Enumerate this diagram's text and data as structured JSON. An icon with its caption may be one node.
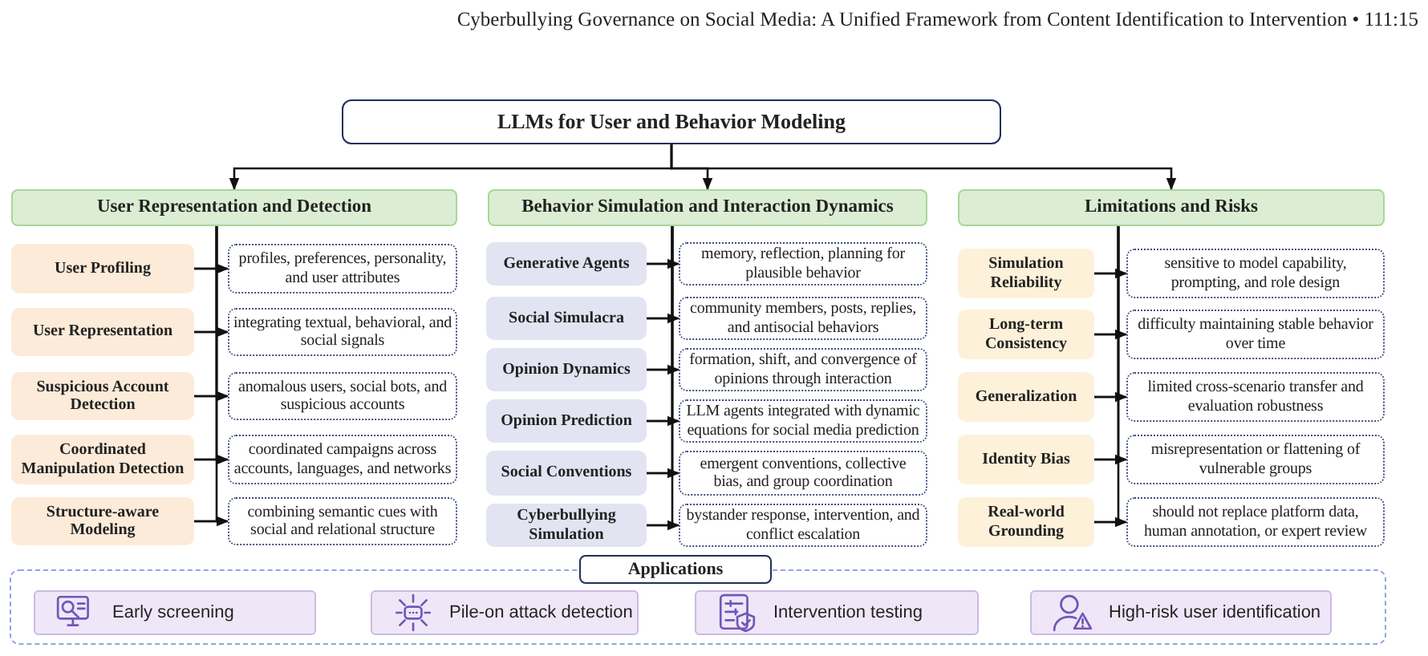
{
  "diagram": {
    "nodes": [
      {
        "text": [
          "LLMs for User and Behavior Modeling"
        ]
      },
      {
        "text": [
          "User Representation and Detection"
        ]
      },
      {
        "text": [
          "User Profiling"
        ]
      },
      {
        "text": [
          "profiles, preferences, personality, and user attributes"
        ]
      },
      {
        "text": [
          "User Representation"
        ]
      },
      {
        "text": [
          "integrating textual, behavioral, and social signals"
        ]
      },
      {
        "text": [
          "Suspicious Account Detection"
        ]
      },
      {
        "text": [
          "anomalous users, social bots, and suspicious accounts"
        ]
      },
      {
        "text": [
          "Coordinated Manipulation Detection"
        ]
      },
      {
        "text": [
          "coordinated campaigns across accounts, languages, and networks"
        ]
      },
      {
        "text": [
          "Structure-aware Modeling"
        ]
      },
      {
        "text": [
          "combining semantic cues with social and relational structure"
        ]
      },
      {
        "text": [
          "Behavior Simulation and Interaction Dynamics"
        ]
      },
      {
        "text": [
          "Generative Agents"
        ]
      },
      {
        "text": [
          "memory, reflection, planning for plausible behavior"
        ]
      },
      {
        "text": [
          "Social Simulacra"
        ]
      },
      {
        "text": [
          "community members, posts, replies, and antisocial behaviors"
        ]
      },
      {
        "text": [
          "Opinion Dynamics"
        ]
      },
      {
        "text": [
          "formation, shift, and convergence of opinions through interaction"
        ]
      },
      {
        "text": [
          "Opinion Prediction"
        ]
      },
      {
        "text": [
          "LLM agents integrated with dynamic equations for social media prediction"
        ]
      },
      {
        "text": [
          "Social Conventions"
        ]
      },
      {
        "text": [
          "emergent conventions, collective bias, and group coordination"
        ]
      },
      {
        "text": [
          "Cyberbullying Simulation"
        ]
      },
      {
        "text": [
          "bystander response, intervention, and conflict escalation"
        ]
      },
      {
        "text": [
          "Limitations and Risks"
        ]
      },
      {
        "text": [
          "Simulation Reliability"
        ]
      },
      {
        "text": [
          "sensitive to model capability, prompting, and role design"
        ]
      },
      {
        "text": [
          "Long-term Consistency"
        ]
      },
      {
        "text": [
          "difficulty maintaining stable behavior over time"
        ]
      },
      {
        "text": [
          "Generalization"
        ]
      },
      {
        "text": [
          "limited cross-scenario transfer and evaluation robustness"
        ]
      },
      {
        "text": [
          "Identity Bias"
        ]
      },
      {
        "text": [
          "misrepresentation or flattening of vulnerable groups"
        ]
      },
      {
        "text": [
          "Real-world Grounding"
        ]
      },
      {
        "text": [
          "should not replace platform data, human annotation, or expert review"
        ]
      },
      {
        "text": [
          "Applications"
        ]
      },
      {
        "text": [
          "Early screening"
        ],
        "in": 36
      },
      {
        "text": [
          "Pile-on attack detection"
        ],
        "in": 36
      },
      {
        "text": [
          "Intervention testing"
        ],
        "in": 36
      },
      {
        "text": [
          "High-risk user identification"
        ],
        "in": 36
      }
    ],
    "edges": [
      {
        "from": 0,
        "to": 1,
        "arrow": "to"
      },
      {
        "from": 0,
        "to": 12,
        "arrow": "to"
      },
      {
        "from": 0,
        "to": 25,
        "arrow": "to"
      },
      {
        "from": 1,
        "to": 2,
        "arrow": "none"
      },
      {
        "from": 2,
        "to": 3,
        "arrow": "to"
      },
      {
        "from": 1,
        "to": 4,
        "arrow": "none"
      },
      {
        "from": 4,
        "to": 5,
        "arrow": "to"
      },
      {
        "from": 1,
        "to": 6,
        "arrow": "none"
      },
      {
        "from": 6,
        "to": 7,
        "arrow": "to"
      },
      {
        "from": 1,
        "to": 8,
        "arrow": "none"
      },
      {
        "from": 8,
        "to": 9,
        "arrow": "to"
      },
      {
        "from": 1,
        "to": 10,
        "arrow": "none"
      },
      {
        "from": 10,
        "to": 11,
        "arrow": "to"
      },
      {
        "from": 12,
        "to": 13,
        "arrow": "none"
      },
      {
        "from": 13,
        "to": 14,
        "arrow": "to"
      },
      {
        "from": 12,
        "to": 15,
        "arrow": "none"
      },
      {
        "from": 15,
        "to": 16,
        "arrow": "to"
      },
      {
        "from": 12,
        "to": 17,
        "arrow": "none"
      },
      {
        "from": 17,
        "to": 18,
        "arrow": "to"
      },
      {
        "from": 12,
        "to": 19,
        "arrow": "none"
      },
      {
        "from": 19,
        "to": 20,
        "arrow": "to"
      },
      {
        "from": 12,
        "to": 21,
        "arrow": "none"
      },
      {
        "from": 21,
        "to": 22,
        "arrow": "to"
      },
      {
        "from": 12,
        "to": 23,
        "arrow": "none"
      },
      {
        "from": 23,
        "to": 24,
        "arrow": "to"
      },
      {
        "from": 25,
        "to": 26,
        "arrow": "none"
      },
      {
        "from": 26,
        "to": 27,
        "arrow": "to"
      },
      {
        "from": 25,
        "to": 28,
        "arrow": "none"
      },
      {
        "from": 28,
        "to": 29,
        "arrow": "to"
      },
      {
        "from": 25,
        "to": 30,
        "arrow": "none"
      },
      {
        "from": 30,
        "to": 31,
        "arrow": "to"
      },
      {
        "from": 25,
        "to": 32,
        "arrow": "none"
      },
      {
        "from": 32,
        "to": 33,
        "arrow": "to"
      },
      {
        "from": 25,
        "to": 34,
        "arrow": "none"
      },
      {
        "from": 34,
        "to": 35,
        "arrow": "to"
      }
    ],
    "labels": [
      "Cyberbullying Governance on Social Media: A Unified Framework from Content Identification to Intervention • 111:15"
    ]
  }
}
